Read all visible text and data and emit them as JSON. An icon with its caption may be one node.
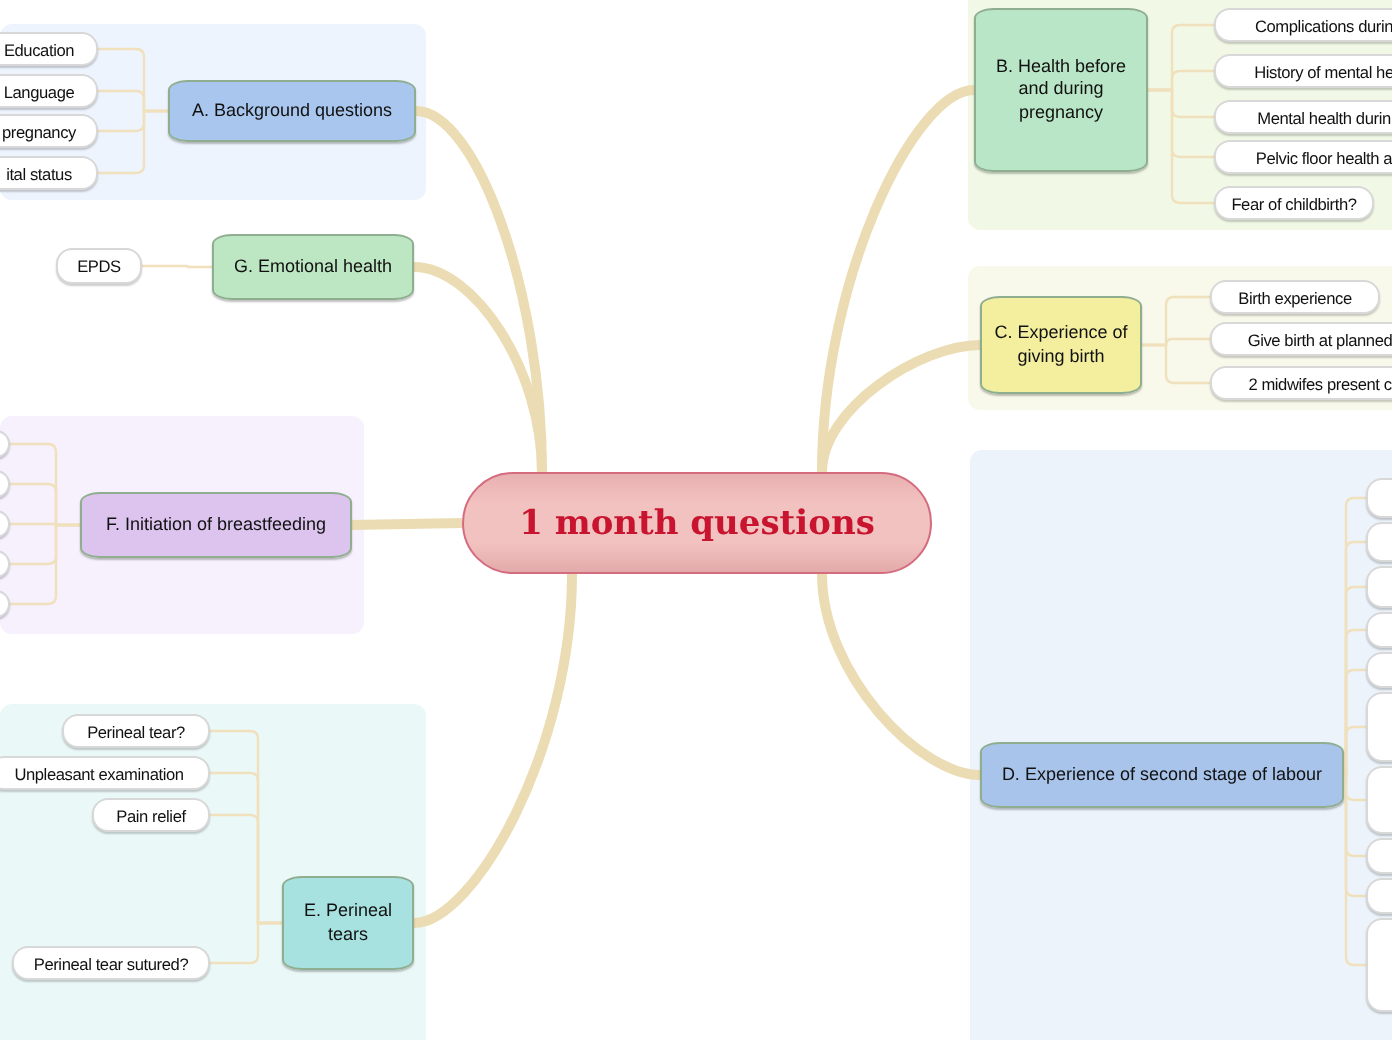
{
  "diagram": {
    "nodes": [
      {
        "text": [
          "1 month questions"
        ]
      },
      {
        "text": [
          "A. Background questions"
        ]
      },
      {
        "text": [
          "Education"
        ]
      },
      {
        "text": [
          "Language"
        ]
      },
      {
        "text": [
          "pregnancy"
        ]
      },
      {
        "text": [
          "ital status"
        ]
      },
      {
        "text": [
          "G. Emotional health"
        ]
      },
      {
        "text": [
          "EPDS"
        ]
      },
      {
        "text": [
          "F. Initiation of breastfeeding"
        ]
      },
      {
        "text": [],
        "shape": "box"
      },
      {
        "text": [],
        "shape": "box"
      },
      {
        "text": [],
        "shape": "box"
      },
      {
        "text": [],
        "shape": "box"
      },
      {
        "text": [],
        "shape": "box"
      },
      {
        "text": [
          "E. Perineal tears"
        ]
      },
      {
        "text": [
          "Perineal tear?"
        ]
      },
      {
        "text": [
          "Unpleasant examination"
        ]
      },
      {
        "text": [
          "Pain relief"
        ]
      },
      {
        "text": [
          "Perineal tear sutured?"
        ]
      },
      {
        "text": [
          "B. Health before and during pregnancy"
        ]
      },
      {
        "text": [
          "Complications durin"
        ]
      },
      {
        "text": [
          "History of mental he"
        ]
      },
      {
        "text": [
          "Mental health durin"
        ]
      },
      {
        "text": [
          "Pelvic floor health a"
        ]
      },
      {
        "text": [
          "Fear of childbirth?"
        ]
      },
      {
        "text": [
          "C. Experience of giving birth"
        ]
      },
      {
        "text": [
          "Birth experience"
        ]
      },
      {
        "text": [
          "Give birth at planned"
        ]
      },
      {
        "text": [
          "2 midwifes present c"
        ]
      },
      {
        "text": [
          "D. Experience of second stage of labour"
        ]
      },
      {
        "text": [],
        "shape": "box"
      },
      {
        "text": [],
        "shape": "box"
      },
      {
        "text": [],
        "shape": "box"
      },
      {
        "text": [],
        "shape": "box"
      },
      {
        "text": [],
        "shape": "box"
      },
      {
        "text": [],
        "shape": "box"
      },
      {
        "text": [],
        "shape": "box"
      },
      {
        "text": [],
        "shape": "box"
      },
      {
        "text": [],
        "shape": "box"
      },
      {
        "text": [],
        "shape": "box"
      }
    ],
    "edges": [
      {
        "from": 0,
        "to": 1,
        "arrow": "none",
        "style": "thick"
      },
      {
        "from": 0,
        "to": 6,
        "arrow": "none",
        "style": "thick"
      },
      {
        "from": 0,
        "to": 8,
        "arrow": "none",
        "style": "thick"
      },
      {
        "from": 0,
        "to": 14,
        "arrow": "none",
        "style": "thick"
      },
      {
        "from": 0,
        "to": 19,
        "arrow": "none",
        "style": "thick"
      },
      {
        "from": 0,
        "to": 25,
        "arrow": "none",
        "style": "thick"
      },
      {
        "from": 0,
        "to": 29,
        "arrow": "none",
        "style": "thick"
      },
      {
        "from": 1,
        "to": 2,
        "arrow": "none"
      },
      {
        "from": 1,
        "to": 3,
        "arrow": "none"
      },
      {
        "from": 1,
        "to": 4,
        "arrow": "none"
      },
      {
        "from": 1,
        "to": 5,
        "arrow": "none"
      },
      {
        "from": 6,
        "to": 7,
        "arrow": "none"
      },
      {
        "from": 8,
        "to": 9,
        "arrow": "none"
      },
      {
        "from": 8,
        "to": 10,
        "arrow": "none"
      },
      {
        "from": 8,
        "to": 11,
        "arrow": "none"
      },
      {
        "from": 8,
        "to": 12,
        "arrow": "none"
      },
      {
        "from": 8,
        "to": 13,
        "arrow": "none"
      },
      {
        "from": 14,
        "to": 15,
        "arrow": "none"
      },
      {
        "from": 14,
        "to": 16,
        "arrow": "none"
      },
      {
        "from": 14,
        "to": 17,
        "arrow": "none"
      },
      {
        "from": 14,
        "to": 18,
        "arrow": "none"
      },
      {
        "from": 19,
        "to": 20,
        "arrow": "none"
      },
      {
        "from": 19,
        "to": 21,
        "arrow": "none"
      },
      {
        "from": 19,
        "to": 22,
        "arrow": "none"
      },
      {
        "from": 19,
        "to": 23,
        "arrow": "none"
      },
      {
        "from": 19,
        "to": 24,
        "arrow": "none"
      },
      {
        "from": 25,
        "to": 26,
        "arrow": "none"
      },
      {
        "from": 25,
        "to": 27,
        "arrow": "none"
      },
      {
        "from": 25,
        "to": 28,
        "arrow": "none"
      },
      {
        "from": 29,
        "to": 30,
        "arrow": "none"
      },
      {
        "from": 29,
        "to": 31,
        "arrow": "none"
      },
      {
        "from": 29,
        "to": 32,
        "arrow": "none"
      },
      {
        "from": 29,
        "to": 33,
        "arrow": "none"
      },
      {
        "from": 29,
        "to": 34,
        "arrow": "none"
      },
      {
        "from": 29,
        "to": 35,
        "arrow": "none"
      },
      {
        "from": 29,
        "to": 36,
        "arrow": "none"
      },
      {
        "from": 29,
        "to": 37,
        "arrow": "none"
      },
      {
        "from": 29,
        "to": 38,
        "arrow": "none"
      },
      {
        "from": 29,
        "to": 39,
        "arrow": "none"
      }
    ]
  }
}
